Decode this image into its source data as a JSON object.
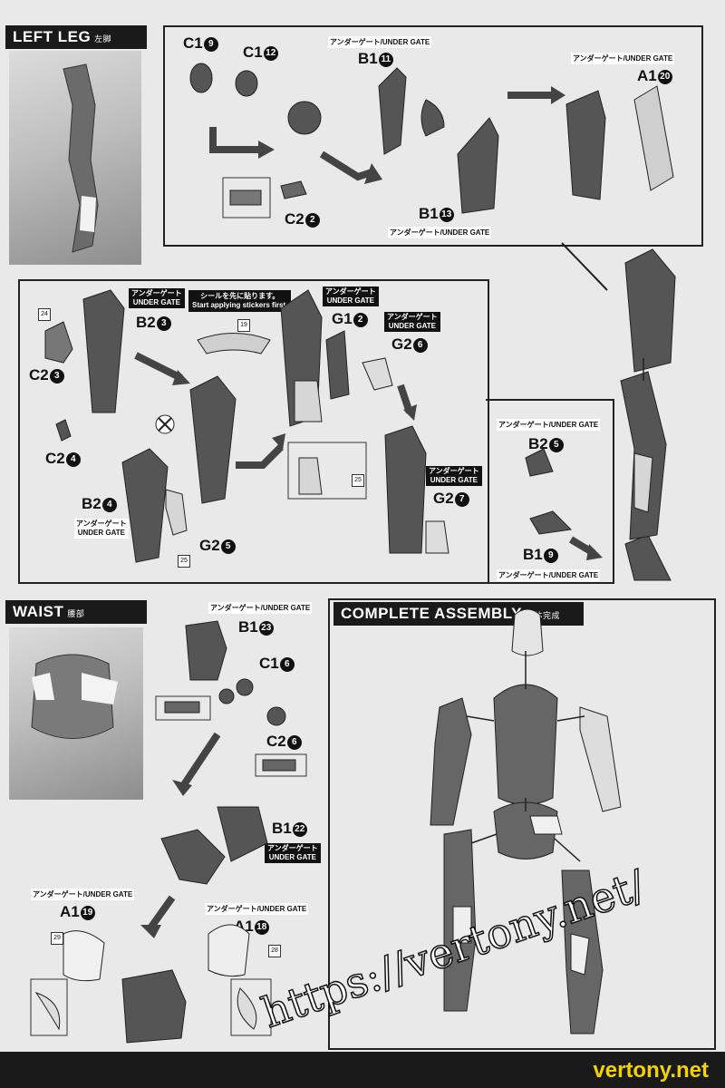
{
  "sections": {
    "left_leg": {
      "title": "LEFT LEG",
      "jp": "左脚"
    },
    "waist": {
      "title": "WAIST",
      "jp": "腰部"
    },
    "complete": {
      "title": "COMPLETE ASSEMBLY",
      "jp": "本体完成"
    }
  },
  "labels": {
    "c19": "C1",
    "c19n": "9",
    "c112": "C1",
    "c112n": "12",
    "b111": "B1",
    "b111n": "11",
    "a120": "A1",
    "a120n": "20",
    "c22": "C2",
    "c22n": "2",
    "b113": "B1",
    "b113n": "13",
    "b23": "B2",
    "b23n": "3",
    "g12": "G1",
    "g12n": "2",
    "g26": "G2",
    "g26n": "6",
    "c23": "C2",
    "c23n": "3",
    "c24": "C2",
    "c24n": "4",
    "b24": "B2",
    "b24n": "4",
    "g25": "G2",
    "g25n": "5",
    "g27": "G2",
    "g27n": "7",
    "b25": "B2",
    "b25n": "5",
    "b19": "B1",
    "b19n": "9",
    "b123": "B1",
    "b123n": "23",
    "c16": "C1",
    "c16n": "6",
    "c26": "C2",
    "c26n": "6",
    "b122": "B1",
    "b122n": "22",
    "a119": "A1",
    "a119n": "19",
    "a118": "A1",
    "a118n": "18"
  },
  "gates": {
    "under_gate": "アンダーゲート/UNDER GATE",
    "under_gate_jp": "アンダーゲート",
    "under_gate_en": "UNDER GATE"
  },
  "notes": {
    "sticker_jp": "シールを先に貼ります。",
    "sticker_en": "Start applying stickers first."
  },
  "stickers": {
    "s24": "24",
    "s19": "19",
    "s25a": "25",
    "s25b": "25",
    "s29": "29",
    "s28": "28"
  },
  "watermark": {
    "url": "https://vertony.net/",
    "brand": "vertony.net"
  },
  "colors": {
    "background": "#e9e9e9",
    "ink": "#111111",
    "brand": "#f2d300"
  }
}
